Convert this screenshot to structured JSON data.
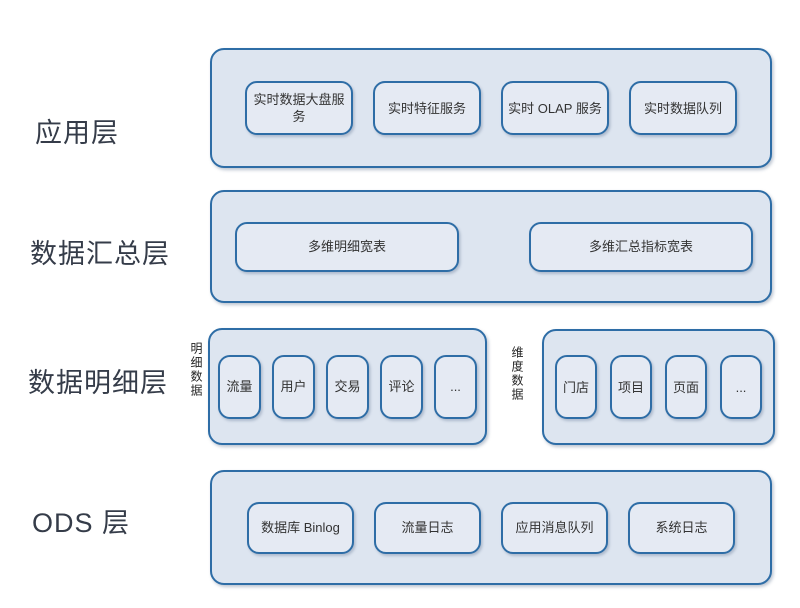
{
  "colors": {
    "border_blue": "#2e6da6",
    "container_fill": "#dde5f0",
    "node_fill": "#e5eaf3",
    "label_text": "#353c49",
    "node_text": "#333333"
  },
  "layers": [
    {
      "label": "应用层",
      "groups": [
        {
          "boxes": [
            "实时数据大盘服务",
            "实时特征服务",
            "实时 OLAP 服务",
            "实时数据队列"
          ]
        }
      ]
    },
    {
      "label": "数据汇总层",
      "groups": [
        {
          "boxes": [
            "多维明细宽表",
            "多维汇总指标宽表"
          ]
        }
      ]
    },
    {
      "label": "数据明细层",
      "groups": [
        {
          "side_label": "明细数据",
          "boxes": [
            "流量",
            "用户",
            "交易",
            "评论",
            "..."
          ]
        },
        {
          "side_label": "维度数据",
          "boxes": [
            "门店",
            "项目",
            "页面",
            "..."
          ]
        }
      ]
    },
    {
      "label": "ODS 层",
      "groups": [
        {
          "boxes": [
            "数据库 Binlog",
            "流量日志",
            "应用消息队列",
            "系统日志"
          ]
        }
      ]
    }
  ]
}
